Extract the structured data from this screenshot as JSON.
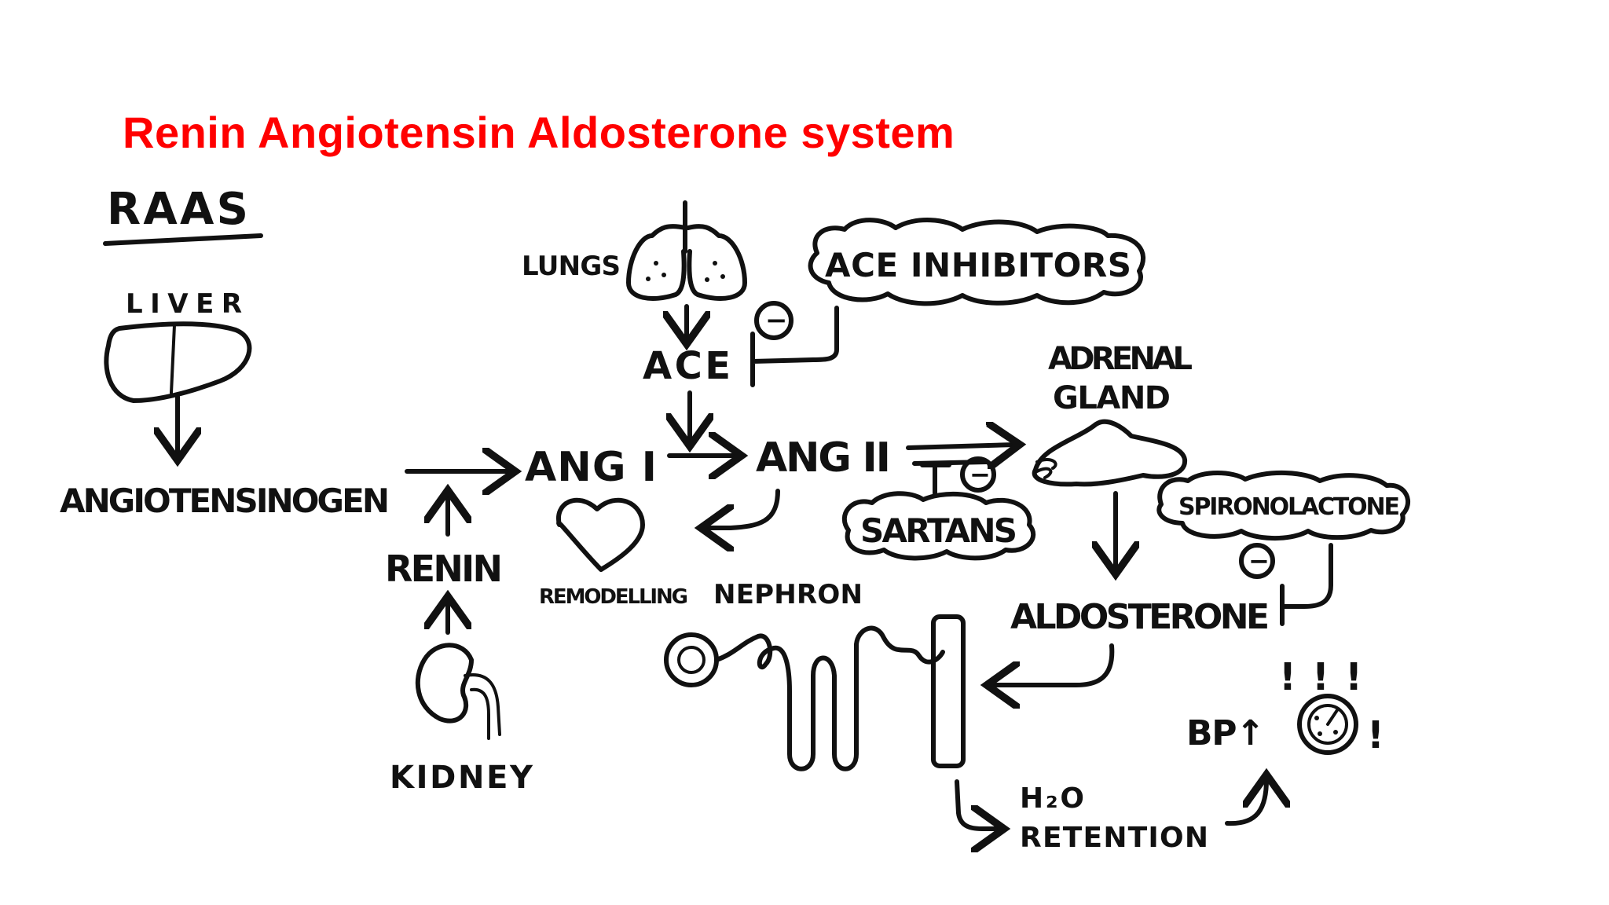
{
  "slide": {
    "title": "Renin Angiotensin Aldosterone system"
  },
  "diagram": {
    "heading": "RAAS",
    "labels": {
      "liver": "LIVER",
      "angiotensinogen": "ANGIOTENSINOGEN",
      "renin": "RENIN",
      "kidney": "KIDNEY",
      "lungs": "LUNGS",
      "ace": "ACE",
      "ace_inhibitors": "ACE INHIBITORS",
      "ang1": "ANG I",
      "ang2": "ANG II",
      "sartans": "SARTANS",
      "remodelling": "REMODELLING",
      "nephron": "NEPHRON",
      "adrenal_gland_1": "ADRENAL",
      "adrenal_gland_2": "GLAND",
      "spironolactone": "SPIRONOLACTONE",
      "aldosterone": "ALDOSTERONE",
      "h2o": "H₂O",
      "retention": "RETENTION",
      "bp": "BP↑",
      "exclaim": "! ! !",
      "exclaim_side": "!",
      "minus": "−"
    },
    "colors": {
      "title": "#ff0000",
      "ink": "#111111"
    }
  }
}
